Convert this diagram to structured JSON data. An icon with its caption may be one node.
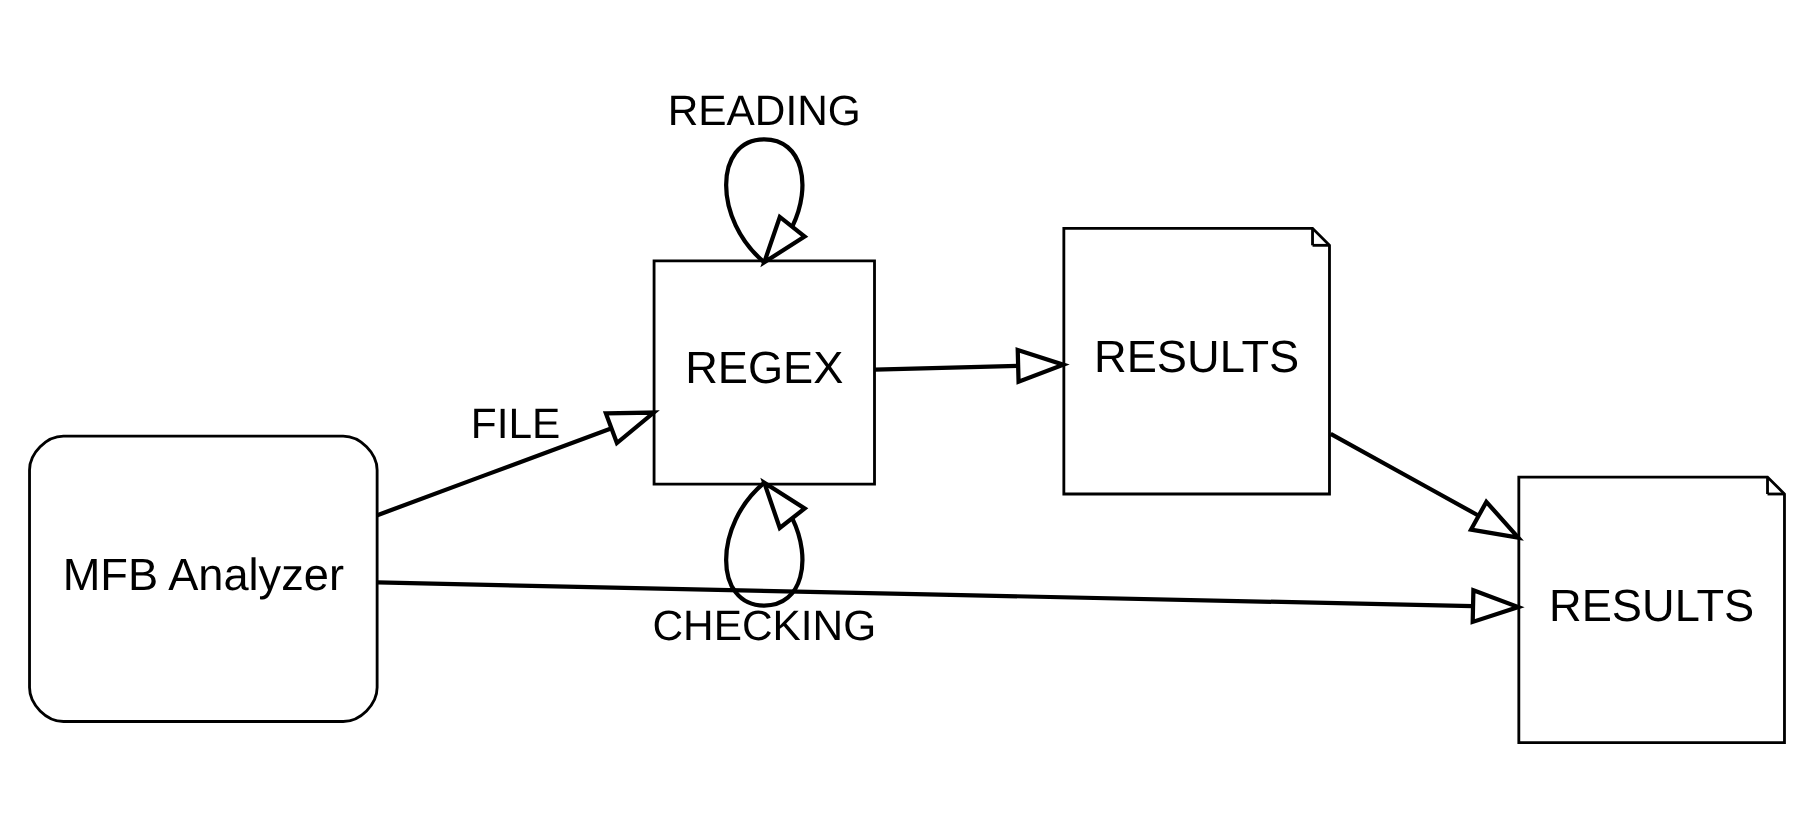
{
  "diagram": {
    "nodes": [
      {
        "text": [
          "MFB Analyzer"
        ]
      },
      {
        "text": [
          "REGEX"
        ]
      },
      {
        "text": [
          "RESULTS"
        ]
      },
      {
        "text": [
          "RESULTS"
        ]
      }
    ],
    "edges": [
      {
        "from": 0,
        "to": 1,
        "arrow": "to",
        "label": "FILE"
      },
      {
        "from": 1,
        "to": 1,
        "arrow": "to",
        "label": "READING"
      },
      {
        "from": 1,
        "to": 1,
        "arrow": "to",
        "label": "CHECKING"
      },
      {
        "from": 1,
        "to": 2,
        "arrow": "to"
      },
      {
        "from": 2,
        "to": 3,
        "arrow": "to"
      },
      {
        "from": 0,
        "to": 3,
        "arrow": "to"
      }
    ]
  }
}
